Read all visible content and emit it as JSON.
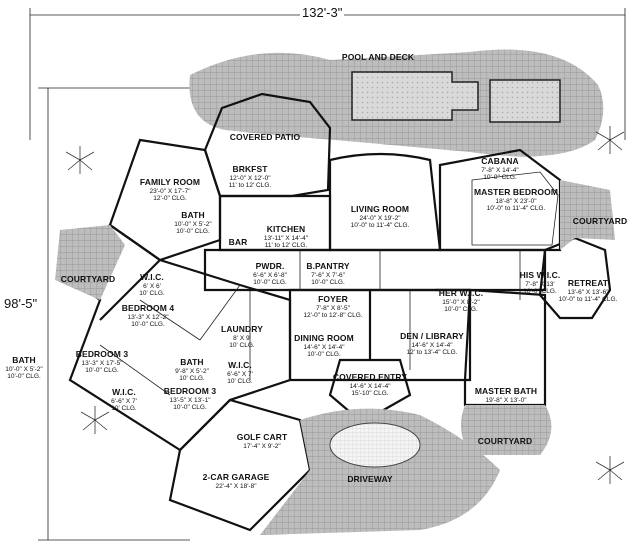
{
  "dimensions": {
    "width": "132'-3\"",
    "depth": "98'-5\""
  },
  "rooms": [
    {
      "key": "pool",
      "name": "POOL AND DECK",
      "dims": []
    },
    {
      "key": "covered_patio",
      "name": "COVERED PATIO",
      "dims": []
    },
    {
      "key": "brkfst",
      "name": "BRKFST",
      "dims": [
        "12'-0\" X 12'-0\"",
        "11' to 12' CLG."
      ]
    },
    {
      "key": "family",
      "name": "FAMILY ROOM",
      "dims": [
        "23'-0\" X 17'-7\"",
        "12'-0\" CLG."
      ]
    },
    {
      "key": "living",
      "name": "LIVING ROOM",
      "dims": [
        "24'-0\" X 19'-2\"",
        "10'-0\" to 11'-4\" CLG."
      ]
    },
    {
      "key": "cabana",
      "name": "CABANA",
      "dims": [
        "7'-8\" X 14'-4\"",
        "10'-0\" CLG."
      ]
    },
    {
      "key": "master_bed",
      "name": "MASTER BEDROOM",
      "dims": [
        "18'-8\" X 23'-0\"",
        "10'-0\" to 11'-4\" CLG."
      ]
    },
    {
      "key": "courtyard_ne",
      "name": "COURTYARD",
      "dims": []
    },
    {
      "key": "bath1",
      "name": "BATH",
      "dims": [
        "10'-0\" X 5'-2\"",
        "10'-0\" CLG."
      ]
    },
    {
      "key": "kitchen",
      "name": "KITCHEN",
      "dims": [
        "13'-11\" X 14'-4\"",
        "11' to 12' CLG."
      ]
    },
    {
      "key": "bar",
      "name": "BAR",
      "dims": []
    },
    {
      "key": "courtyard_w",
      "name": "COURTYARD",
      "dims": []
    },
    {
      "key": "wic1",
      "name": "W.I.C.",
      "dims": [
        "6' X 6'",
        "10' CLG."
      ]
    },
    {
      "key": "pwdr",
      "name": "PWDR.",
      "dims": [
        "6'-6\" X 6'-8\"",
        "10'-0\" CLG."
      ]
    },
    {
      "key": "bpantry",
      "name": "B.PANTRY",
      "dims": [
        "7'-6\" X 7'-6\"",
        "10'-0\" CLG."
      ]
    },
    {
      "key": "his_wic",
      "name": "HIS W.I.C.",
      "dims": [
        "7'-8\" X 13'",
        "10'-0\" CLG."
      ]
    },
    {
      "key": "retreat",
      "name": "RETREAT",
      "dims": [
        "13'-6\" X 13'-6\"",
        "10'-0\" to 11'-4\" CLG."
      ]
    },
    {
      "key": "bed4",
      "name": "BEDROOM 4",
      "dims": [
        "13'-3\" X 12'-2\"",
        "10'-0\" CLG."
      ]
    },
    {
      "key": "foyer",
      "name": "FOYER",
      "dims": [
        "7'-8\" X 8'-5\"",
        "12'-0\" to 12'-8\" CLG."
      ]
    },
    {
      "key": "her_wic",
      "name": "HER W.I.C.",
      "dims": [
        "15'-0\" X 8'-2\"",
        "10'-0\" CLG."
      ]
    },
    {
      "key": "laundry",
      "name": "LAUNDRY",
      "dims": [
        "8' X 9'",
        "10' CLG."
      ]
    },
    {
      "key": "dining",
      "name": "DINING ROOM",
      "dims": [
        "14'-6\" X 14'-4\"",
        "10'-0\" CLG."
      ]
    },
    {
      "key": "den",
      "name": "DEN / LIBRARY",
      "dims": [
        "14'-6\" X 14'-4\"",
        "12' to 13'-4\" CLG."
      ]
    },
    {
      "key": "bath_w",
      "name": "BATH",
      "dims": [
        "10'-0\" X 5'-2\"",
        "10'-0\" CLG."
      ]
    },
    {
      "key": "bed3a",
      "name": "BEDROOM 3",
      "dims": [
        "13'-3\" X 17'-5\"",
        "10'-0\" CLG."
      ]
    },
    {
      "key": "bath2",
      "name": "BATH",
      "dims": [
        "9'-8\" X 5'-2\"",
        "10' CLG."
      ]
    },
    {
      "key": "wic2",
      "name": "W.I.C.",
      "dims": [
        "6'-6\" X 7'",
        "10' CLG."
      ]
    },
    {
      "key": "covered_entry",
      "name": "COVERED ENTRY",
      "dims": [
        "14'-6\" X 14'-4\"",
        "15'-10\" CLG."
      ]
    },
    {
      "key": "master_bath",
      "name": "MASTER BATH",
      "dims": [
        "19'-8\" X 13'-0\""
      ]
    },
    {
      "key": "wic3",
      "name": "W.I.C.",
      "dims": [
        "6'-6\" X 7'",
        "10' CLG."
      ]
    },
    {
      "key": "bed3b",
      "name": "BEDROOM 3",
      "dims": [
        "13'-5\" X 13'-1\"",
        "10'-0\" CLG."
      ]
    },
    {
      "key": "courtyard_s",
      "name": "COURTYARD",
      "dims": []
    },
    {
      "key": "golf",
      "name": "GOLF CART",
      "dims": [
        "17'-4\" X 9'-2\""
      ]
    },
    {
      "key": "driveway",
      "name": "DRIVEWAY",
      "dims": []
    },
    {
      "key": "garage",
      "name": "2-CAR GARAGE",
      "dims": [
        "22'-4\" X 18'-8\""
      ]
    }
  ]
}
